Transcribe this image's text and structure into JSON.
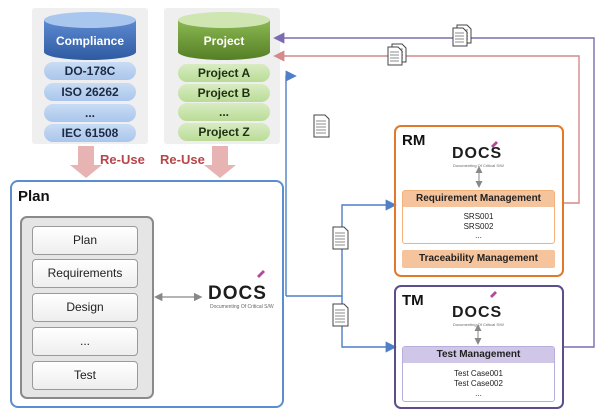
{
  "compliance": {
    "title": "Compliance",
    "items": [
      "DO-178C",
      "ISO 26262",
      "...",
      "IEC 61508"
    ]
  },
  "project": {
    "title": "Project",
    "items": [
      "Project A",
      "Project B",
      "...",
      "Project Z"
    ]
  },
  "reuse_label": "Re-Use",
  "plan": {
    "title": "Plan",
    "items": [
      "Plan",
      "Requirements",
      "Design",
      "...",
      "Test"
    ]
  },
  "docs": {
    "logo": "DOCS",
    "tagline": "Documenting Of Critical S/W"
  },
  "rm": {
    "title": "RM",
    "requirement_header": "Requirement Management",
    "requirement_items": [
      "SRS001",
      "SRS002",
      "..."
    ],
    "traceability": "Traceability Management"
  },
  "tm": {
    "title": "TM",
    "test_header": "Test Management",
    "test_items": [
      "Test Case001",
      "Test Case002",
      "..."
    ]
  },
  "colors": {
    "compliance_cylinder": "#3f6fb8",
    "project_cylinder": "#6e9a3a",
    "plan_border": "#5b8ed0",
    "rm_border": "#e07a2a",
    "tm_border": "#5d4d8a",
    "reuse_arrow": "#e8b3b3",
    "blue_line": "#4f7fc6",
    "pink_line": "#d48a8a",
    "purple_line": "#7c6bb0"
  }
}
